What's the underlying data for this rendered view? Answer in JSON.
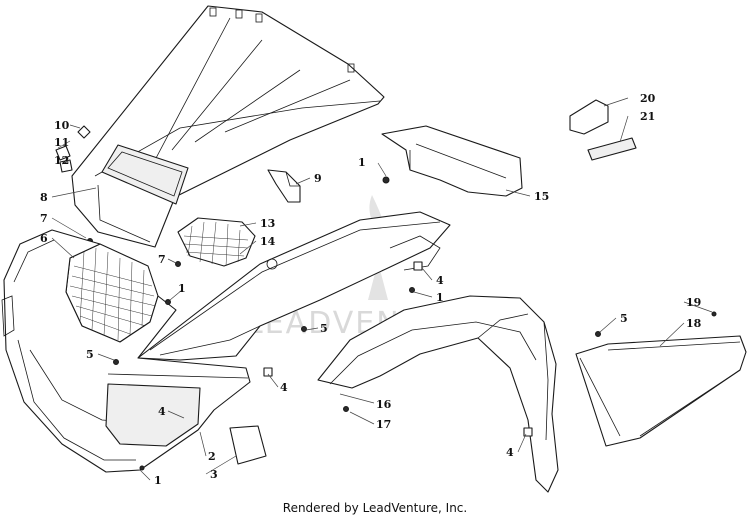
{
  "footer": {
    "rendered_by": "Rendered by LeadVenture, Inc."
  },
  "watermark": {
    "text": "LEADVENTURE"
  },
  "callouts": [
    {
      "id": "c1a",
      "label": "1"
    },
    {
      "id": "c1b",
      "label": "1"
    },
    {
      "id": "c1c",
      "label": "1"
    },
    {
      "id": "c1d",
      "label": "1"
    },
    {
      "id": "c1e",
      "label": "1"
    },
    {
      "id": "c2",
      "label": "2"
    },
    {
      "id": "c3",
      "label": "3"
    },
    {
      "id": "c4a",
      "label": "4"
    },
    {
      "id": "c4b",
      "label": "4"
    },
    {
      "id": "c4c",
      "label": "4"
    },
    {
      "id": "c4d",
      "label": "4"
    },
    {
      "id": "c5a",
      "label": "5"
    },
    {
      "id": "c5b",
      "label": "5"
    },
    {
      "id": "c5c",
      "label": "5"
    },
    {
      "id": "c6",
      "label": "6"
    },
    {
      "id": "c7a",
      "label": "7"
    },
    {
      "id": "c7b",
      "label": "7"
    },
    {
      "id": "c8",
      "label": "8"
    },
    {
      "id": "c9",
      "label": "9"
    },
    {
      "id": "c10",
      "label": "10"
    },
    {
      "id": "c11",
      "label": "11"
    },
    {
      "id": "c12",
      "label": "12"
    },
    {
      "id": "c13",
      "label": "13"
    },
    {
      "id": "c14",
      "label": "14"
    },
    {
      "id": "c15",
      "label": "15"
    },
    {
      "id": "c16",
      "label": "16"
    },
    {
      "id": "c17",
      "label": "17"
    },
    {
      "id": "c18",
      "label": "18"
    },
    {
      "id": "c19",
      "label": "19"
    },
    {
      "id": "c20",
      "label": "20"
    },
    {
      "id": "c21",
      "label": "21"
    }
  ]
}
